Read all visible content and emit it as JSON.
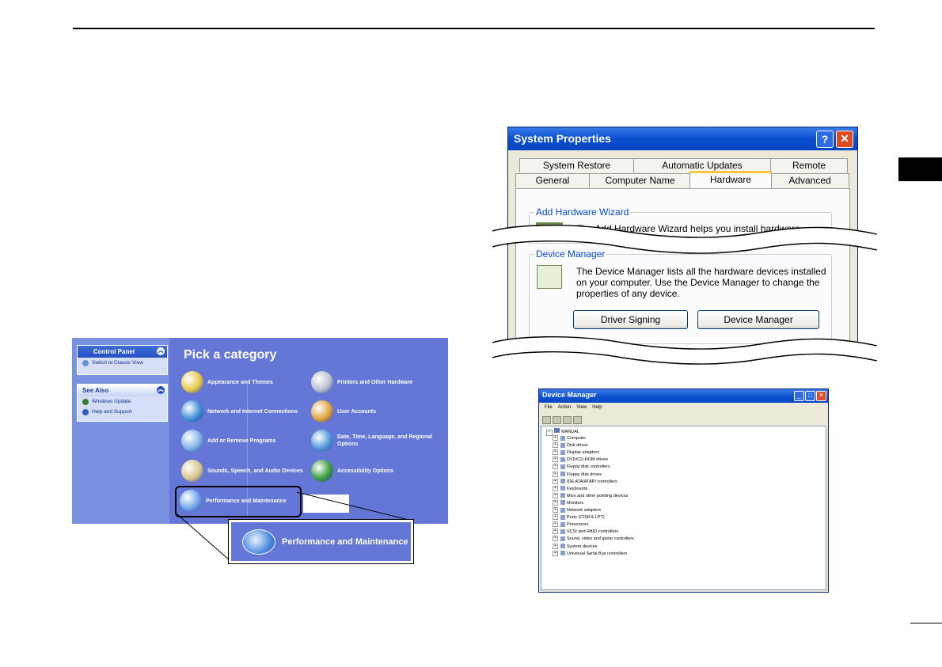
{
  "control_panel": {
    "pane1_title": "Control Panel",
    "pane1_links": [
      "Switch to Classic View"
    ],
    "pane2_title": "See Also",
    "pane2_links": [
      "Windows Update",
      "Help and Support"
    ],
    "heading": "Pick a category",
    "categories": [
      {
        "label": "Appearance and Themes",
        "icon": "appearance-themes-icon",
        "color": "#e8c94a"
      },
      {
        "label": "Printers and Other Hardware",
        "icon": "printer-icon",
        "color": "#b9c2cf"
      },
      {
        "label": "Network and Internet Connections",
        "icon": "network-globe-icon",
        "color": "#3d8fd8"
      },
      {
        "label": "User Accounts",
        "icon": "user-accounts-icon",
        "color": "#e0a33a"
      },
      {
        "label": "Add or Remove Programs",
        "icon": "add-remove-programs-icon",
        "color": "#7fb3e8"
      },
      {
        "label": "Date, Time, Language, and Regional Options",
        "icon": "date-time-globe-icon",
        "color": "#4f9ad8"
      },
      {
        "label": "Sounds, Speech, and Audio Devices",
        "icon": "speaker-icon",
        "color": "#d6c58c"
      },
      {
        "label": "Accessibility Options",
        "icon": "accessibility-icon",
        "color": "#3a9c3a"
      },
      {
        "label": "Performance and Maintenance",
        "icon": "performance-pie-icon",
        "color": "#6fa7e8"
      }
    ],
    "zoom_label": "Performance and Maintenance"
  },
  "system_properties": {
    "title": "System Properties",
    "help_glyph": "?",
    "close_glyph": "✕",
    "tabs_back": [
      "System Restore",
      "Automatic Updates",
      "Remote"
    ],
    "tabs_front": [
      "General",
      "Computer Name",
      "Hardware",
      "Advanced"
    ],
    "active_tab": "Hardware",
    "wizard_group": "Add Hardware Wizard",
    "wizard_text": "The Add Hardware Wizard helps you install hardware.",
    "dm_group": "Device Manager",
    "dm_text": [
      "The Device Manager lists all the hardware devices installed",
      "on your computer. Use the Device Manager to change the",
      "properties of any device."
    ],
    "btn_driver_signing": "Driver Signing",
    "btn_device_manager": "Device Manager"
  },
  "device_manager": {
    "title": "Device Manager",
    "menu": [
      "File",
      "Action",
      "View",
      "Help"
    ],
    "root": "MANUAL",
    "nodes": [
      "Computer",
      "Disk drives",
      "Display adapters",
      "DVD/CD-ROM drives",
      "Floppy disk controllers",
      "Floppy disk drives",
      "IDE ATA/ATAPI controllers",
      "Keyboards",
      "Mice and other pointing devices",
      "Monitors",
      "Network adapters",
      "Ports (COM & LPT)",
      "Processors",
      "SCSI and RAID controllers",
      "Sound, video and game controllers",
      "System devices",
      "Universal Serial Bus controllers"
    ]
  }
}
